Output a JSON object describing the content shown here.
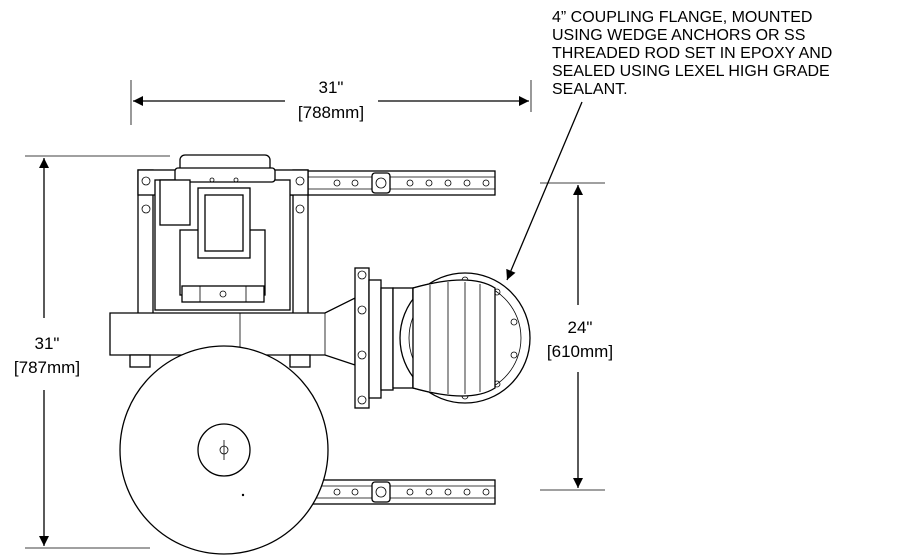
{
  "dimensions": {
    "top_width": {
      "imperial": "31\"",
      "metric": "[788mm]"
    },
    "left_height": {
      "imperial": "31\"",
      "metric": "[787mm]"
    },
    "right_height": {
      "imperial": "24\"",
      "metric": "[610mm]"
    }
  },
  "callout": {
    "lines": [
      "4” COUPLING FLANGE, MOUNTED",
      "USING WEDGE ANCHORS OR SS",
      "THREADED ROD SET IN EPOXY AND",
      "SEALED USING LEXEL HIGH GRADE",
      "SEALANT."
    ]
  },
  "colors": {
    "line": "#000000",
    "background": "#ffffff"
  }
}
